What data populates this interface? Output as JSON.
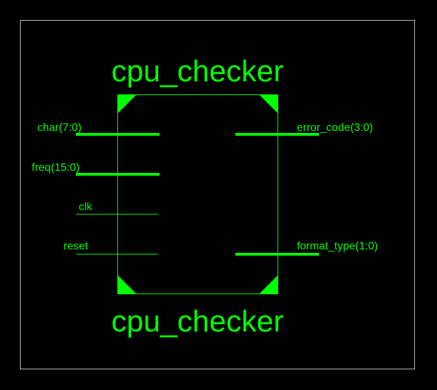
{
  "colors": {
    "background": "#000000",
    "frame": "#bfbfbf",
    "symbol": "#00ff00"
  },
  "component": {
    "name_top": "cpu_checker",
    "name_bottom": "cpu_checker"
  },
  "ports": {
    "inputs": [
      {
        "label": "char(7:0)",
        "bus": true
      },
      {
        "label": "freq(15:0)",
        "bus": true
      },
      {
        "label": "clk",
        "bus": false
      },
      {
        "label": "reset",
        "bus": false
      }
    ],
    "outputs": [
      {
        "label": "error_code(3:0)",
        "bus": true
      },
      {
        "label": "format_type(1:0)",
        "bus": true
      }
    ]
  }
}
